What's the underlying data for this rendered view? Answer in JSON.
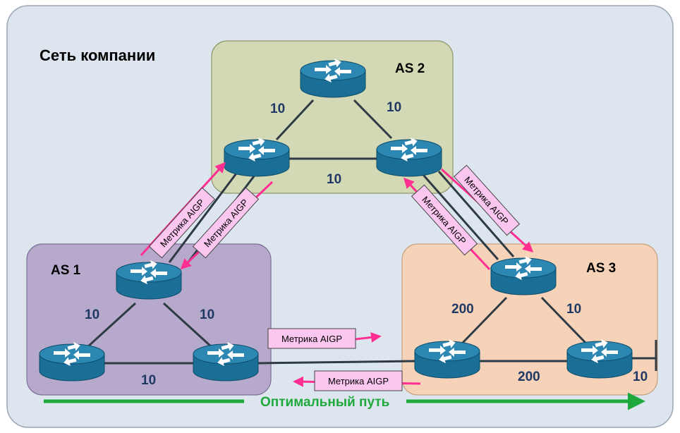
{
  "title": "Сеть компании",
  "as_labels": {
    "as1": "AS 1",
    "as2": "AS 2",
    "as3": "AS 3"
  },
  "link_metrics": {
    "as2_left": "10",
    "as2_right": "10",
    "as2_bottom": "10",
    "as1_left": "10",
    "as1_right": "10",
    "as1_bottom": "10",
    "as3_left": "200",
    "as3_right": "10",
    "as3_bottom": "200",
    "as3_stub": "10"
  },
  "aigp_label": "Метрика AIGP",
  "optimal_path_label": "Оптимальный путь",
  "colors": {
    "as1_fill": "#b7a9cc",
    "as2_fill": "#d3d9b4",
    "as3_fill": "#f6d3b8",
    "company_fill": "#dde6ef",
    "router_blue": "#1b6f96",
    "arrow_pink": "#ff2f92",
    "tag_fill": "#fbc6f0",
    "optimal_green": "#1fa83c"
  },
  "icon_names": {
    "router": "router-icon",
    "arrow": "arrow-icon"
  }
}
